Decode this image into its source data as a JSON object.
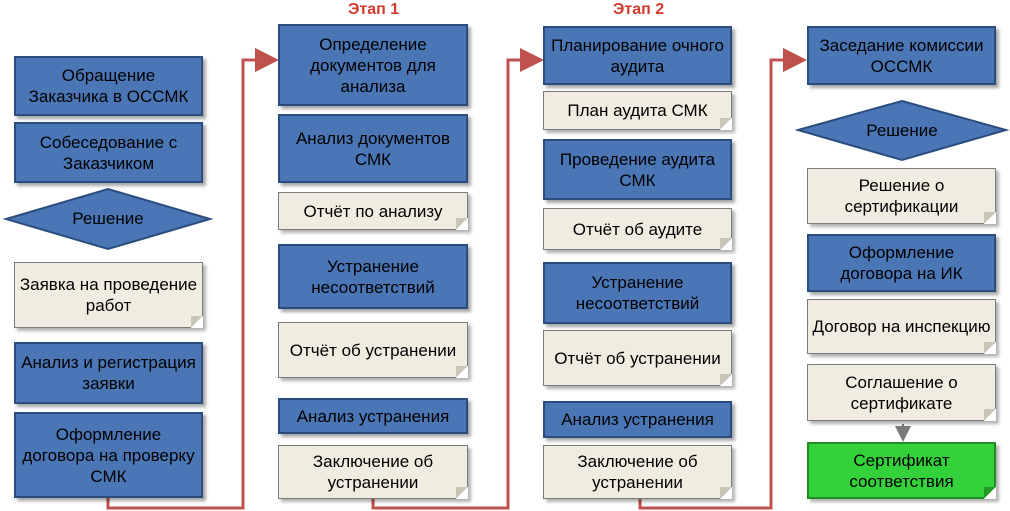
{
  "stages": {
    "stage1": "Этап 1",
    "stage2": "Этап 2"
  },
  "colors": {
    "process": "#4a76b6",
    "document": "#f0ede0",
    "result": "#33d13a",
    "connector": "#c0504d",
    "stage_label": "#d23a2e"
  },
  "column1": {
    "b1": "Обращение Заказчика в ОССМК",
    "b2": "Собеседование с Заказчиком",
    "decision": "Решение",
    "doc1": "Заявка на проведение работ",
    "b3": "Анализ и регистрация заявки",
    "b4": "Оформление договора на проверку СМК"
  },
  "column2": {
    "b1": "Определение документов для анализа",
    "b2": "Анализ документов СМК",
    "doc1": "Отчёт по анализу",
    "b3": "Устранение несоответствий",
    "doc2": "Отчёт об устранении",
    "b4": "Анализ устранения",
    "doc3": "Заключение об устранении"
  },
  "column3": {
    "b1": "Планирование очного аудита",
    "doc1": "План аудита СМК",
    "b2": "Проведение аудита СМК",
    "doc2": "Отчёт об аудите",
    "b3": "Устранение несоответствий",
    "doc3": "Отчёт об устранении",
    "b4": "Анализ устранения",
    "doc4": "Заключение об устранении"
  },
  "column4": {
    "b1": "Заседание комиссии ОССМК",
    "decision": "Решение",
    "doc1": "Решение о сертификации",
    "b2": "Оформление договора на ИК",
    "doc2": "Договор на инспекцию",
    "doc3": "Соглашение о сертификате",
    "result": "Сертификат соответствия"
  }
}
